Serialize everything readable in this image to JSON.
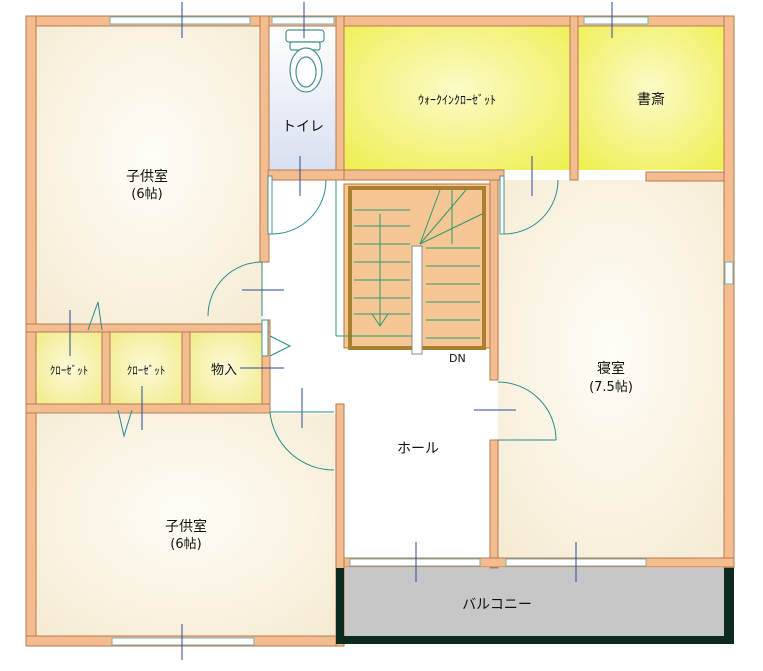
{
  "rooms": {
    "child_room_top": {
      "name": "子供室",
      "size": "(6帖)"
    },
    "toilet": {
      "name": "トイレ"
    },
    "walk_in_closet": {
      "name": "ｳｫｰｸｲﾝｸﾛｰｾﾞｯﾄ"
    },
    "study": {
      "name": "書斎"
    },
    "closet_1": {
      "name": "ｸﾛｰｾﾞｯﾄ"
    },
    "closet_2": {
      "name": "ｸﾛｰｾﾞｯﾄ"
    },
    "storage": {
      "name": "物入"
    },
    "bedroom": {
      "name": "寝室",
      "size": "(7.5帖)"
    },
    "hall": {
      "name": "ホール"
    },
    "child_room_bottom": {
      "name": "子供室",
      "size": "(6帖)"
    },
    "balcony": {
      "name": "バルコニー"
    }
  },
  "stairs": {
    "direction_label": "DN"
  },
  "colors": {
    "wall": "#f4bd8f",
    "wall_edge": "#b9794f",
    "room_floor": "#fbf4e4",
    "closet_floor": "#f7f2a0",
    "wic_floor": "#f3f36a",
    "toilet_floor": "#e7ecf6",
    "stair_fill": "#f6c794",
    "stair_outline": "#b07a35",
    "balcony_floor": "#c7c7c7",
    "balcony_rail": "#0d2a1e",
    "door_swing": "#2a8a8a",
    "window": "#8dc9c9"
  }
}
